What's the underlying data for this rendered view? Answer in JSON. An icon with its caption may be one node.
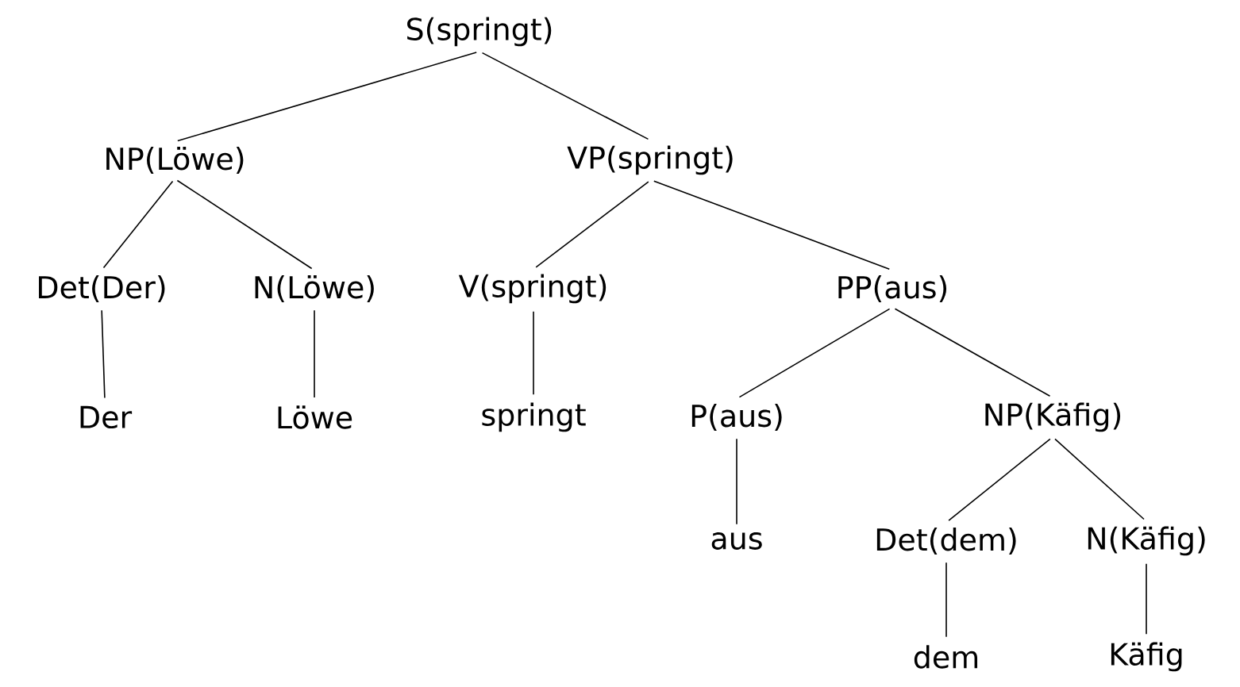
{
  "diagram": {
    "nodes": [
      {
        "text": [
          "S(springt)"
        ]
      },
      {
        "text": [
          "NP(Löwe)"
        ]
      },
      {
        "text": [
          "VP(springt)"
        ]
      },
      {
        "text": [
          "Det(Der)"
        ]
      },
      {
        "text": [
          "N(Löwe)"
        ]
      },
      {
        "text": [
          "V(springt)"
        ]
      },
      {
        "text": [
          "PP(aus)"
        ]
      },
      {
        "text": [
          "Der"
        ]
      },
      {
        "text": [
          "Löwe"
        ]
      },
      {
        "text": [
          "springt"
        ]
      },
      {
        "text": [
          "P(aus)"
        ]
      },
      {
        "text": [
          "NP(Käfig)"
        ]
      },
      {
        "text": [
          "aus"
        ]
      },
      {
        "text": [
          "Det(dem)"
        ]
      },
      {
        "text": [
          "N(Käfig)"
        ]
      },
      {
        "text": [
          "dem"
        ]
      },
      {
        "text": [
          "Käfig"
        ]
      }
    ],
    "edges": [
      {
        "from": 0,
        "to": 1,
        "arrow": "none"
      },
      {
        "from": 0,
        "to": 2,
        "arrow": "none"
      },
      {
        "from": 1,
        "to": 3,
        "arrow": "none"
      },
      {
        "from": 1,
        "to": 4,
        "arrow": "none"
      },
      {
        "from": 2,
        "to": 5,
        "arrow": "none"
      },
      {
        "from": 2,
        "to": 6,
        "arrow": "none"
      },
      {
        "from": 3,
        "to": 7,
        "arrow": "none"
      },
      {
        "from": 4,
        "to": 8,
        "arrow": "none"
      },
      {
        "from": 5,
        "to": 9,
        "arrow": "none"
      },
      {
        "from": 6,
        "to": 10,
        "arrow": "none"
      },
      {
        "from": 6,
        "to": 11,
        "arrow": "none"
      },
      {
        "from": 10,
        "to": 12,
        "arrow": "none"
      },
      {
        "from": 11,
        "to": 13,
        "arrow": "none"
      },
      {
        "from": 11,
        "to": 14,
        "arrow": "none"
      },
      {
        "from": 13,
        "to": 15,
        "arrow": "none"
      },
      {
        "from": 14,
        "to": 16,
        "arrow": "none"
      }
    ]
  }
}
